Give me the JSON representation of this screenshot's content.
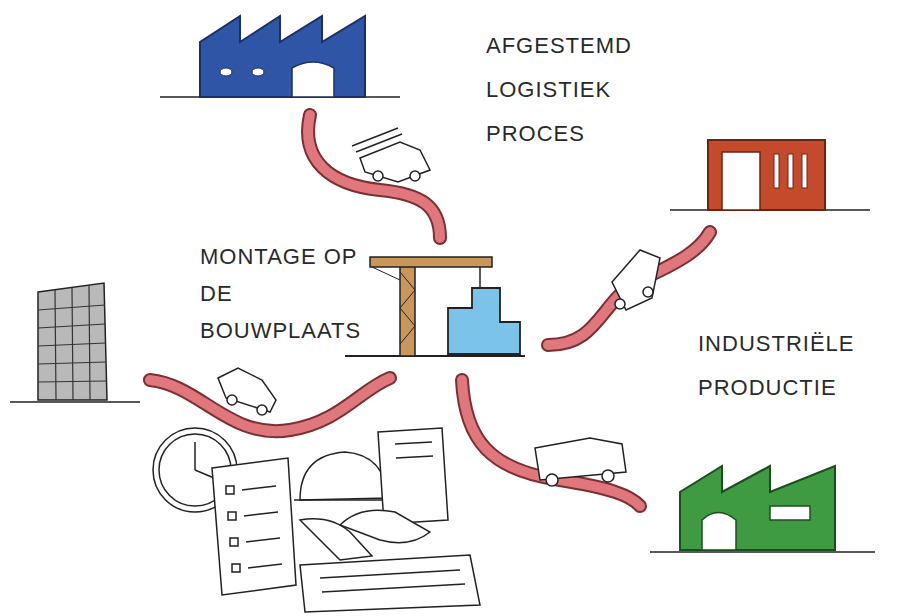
{
  "diagram": {
    "nodes": [
      {
        "text": [
          "MONTAGE OP DE BOUWPLAATS"
        ]
      }
    ],
    "labels": [
      "AFGESTEMD LOGISTIEK PROCES",
      "INDUSTRIËLE PRODUCTIE"
    ]
  }
}
